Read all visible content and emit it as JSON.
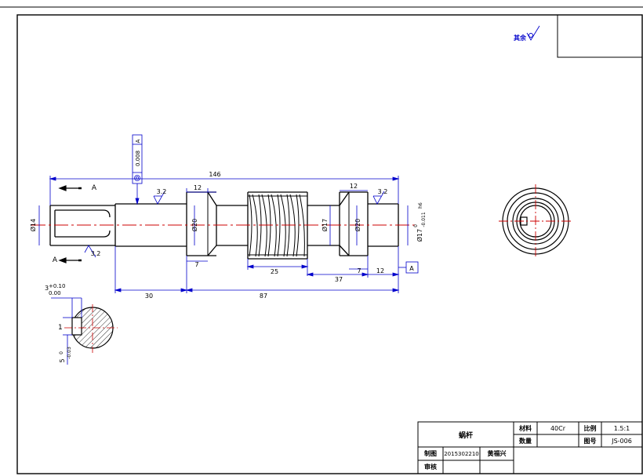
{
  "dimensions": {
    "overall_length": "146",
    "left_shaft_diameter": "Ø14",
    "shoulder_width_left": "12",
    "shoulder_width_right": "12",
    "collar_left_diameter": "Ø20",
    "collar_right_diameter": "Ø20",
    "center_diameter": "Ø17",
    "right_end_diameter": "Ø17",
    "right_end_tolerance_upper": "0",
    "right_end_tolerance_lower": "-0.011",
    "right_end_fit": "h6",
    "left_gap": "7",
    "right_gap": "7",
    "worm_length": "25",
    "right_offset": "37",
    "right_end_width": "12",
    "left_segment": "30",
    "main_segment": "87",
    "roughness_left": "3.2",
    "roughness_right": "3.2",
    "roughness_bottom": "3.2",
    "runout_tolerance": "0.008",
    "datum_label": "A",
    "section_label_top": "A",
    "section_label_bottom": "A"
  },
  "keyway": {
    "depth": "3",
    "depth_tol_upper": "+0.10",
    "depth_tol_lower": "0.00",
    "width": "5",
    "width_tol_upper": "0",
    "width_tol_lower": "-0.03",
    "label": "1"
  },
  "surface_note": "其余",
  "title_block": {
    "part_name": "蜗杆",
    "material_label": "材料",
    "material_value": "40Cr",
    "scale_label": "比例",
    "scale_value": "1.5:1",
    "quantity_label": "数量",
    "quantity_value": "",
    "drawing_no_label": "图号",
    "drawing_no_value": "JS-006",
    "drawn_label": "制图",
    "drawn_id": "2015302210",
    "drawn_name": "黄福兴",
    "checked_label": "审核"
  },
  "colors": {
    "outline": "#000000",
    "dimension": "#0000cc",
    "centerline": "#cc0000"
  }
}
